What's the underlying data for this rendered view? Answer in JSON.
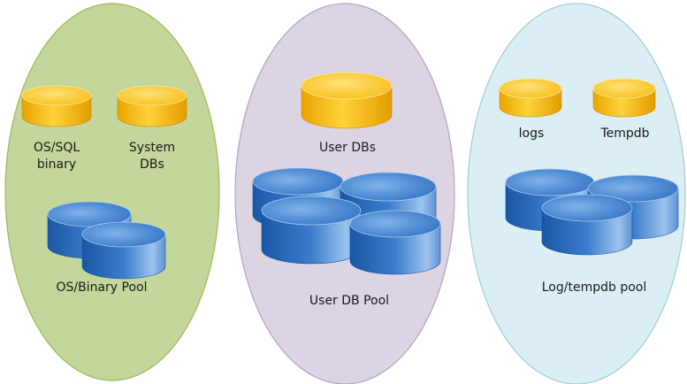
{
  "pools": [
    {
      "id": "os-binary",
      "fill": "#c3d69b",
      "stroke": "#9bbb59",
      "pool_label": "OS/Binary Pool",
      "disks": [
        {
          "label_lines": [
            "OS/SQL",
            "binary"
          ],
          "color": "gold"
        },
        {
          "label_lines": [
            "System",
            "DBs"
          ],
          "color": "gold"
        }
      ]
    },
    {
      "id": "user-db",
      "fill": "#dcd3e3",
      "stroke": "#b2a2c7",
      "pool_label": "User DB Pool",
      "disks": [
        {
          "label_lines": [
            "User DBs"
          ],
          "color": "gold"
        }
      ]
    },
    {
      "id": "log-tempdb",
      "fill": "#dbeef3",
      "stroke": "#9fcbd8",
      "pool_label": "Log/tempdb pool",
      "disks": [
        {
          "label_lines": [
            "logs"
          ],
          "color": "gold"
        },
        {
          "label_lines": [
            "Tempdb"
          ],
          "color": "gold"
        }
      ]
    }
  ],
  "colors": {
    "gold_top": "#ffd54a",
    "gold_side": "#f0b000",
    "blue_top": "#4f8fd6",
    "blue_side": "#1f5fae"
  }
}
